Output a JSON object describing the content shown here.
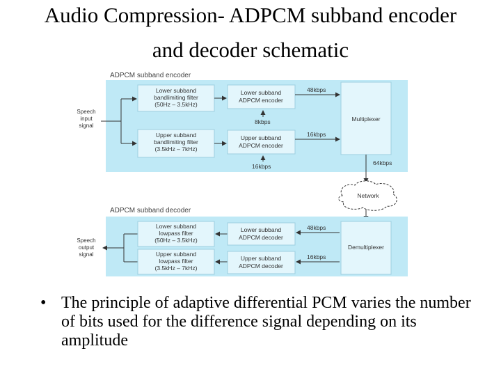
{
  "title_line1": "Audio Compression- ADPCM subband encoder",
  "title_line2": "and decoder schematic",
  "bullet": "The principle of adaptive differential PCM varies the number of bits used for the difference signal depending on its amplitude",
  "bullet_symbol": "•",
  "encoder": {
    "label": "ADPCM subband encoder",
    "input_label": [
      "Speech",
      "input",
      "signal"
    ],
    "lower_filter": [
      "Lower subband",
      "bandlimiting filter",
      "(50Hz – 3.5kHz)"
    ],
    "upper_filter": [
      "Upper subband",
      "bandlimiting filter",
      "(3.5kHz – 7kHz)"
    ],
    "lower_enc": [
      "Lower subband",
      "ADPCM encoder"
    ],
    "upper_enc": [
      "Upper subband",
      "ADPCM encoder"
    ],
    "mux": "Multiplexer",
    "rate_lower": "48kbps",
    "rate_upper": "16kbps",
    "rate_8": "8kbps",
    "rate_16": "16kbps",
    "rate_out": "64kbps"
  },
  "network": "Network",
  "decoder": {
    "label": "ADPCM subband decoder",
    "output_label": [
      "Speech",
      "output",
      "signal"
    ],
    "lower_filter": [
      "Lower subband",
      "lowpass filter",
      "(50Hz – 3.5kHz)"
    ],
    "upper_filter": [
      "Upper subband",
      "lowpass filter",
      "(3.5kHz – 7kHz)"
    ],
    "lower_dec": [
      "Lower subband",
      "ADPCM decoder"
    ],
    "upper_dec": [
      "Upper subband",
      "ADPCM decoder"
    ],
    "demux": "Demultiplexer",
    "rate_lower": "48kbps",
    "rate_upper": "16kbps"
  },
  "colors": {
    "panel": "#bfe9f6",
    "box": "#e3f6fc",
    "line": "#333333"
  }
}
